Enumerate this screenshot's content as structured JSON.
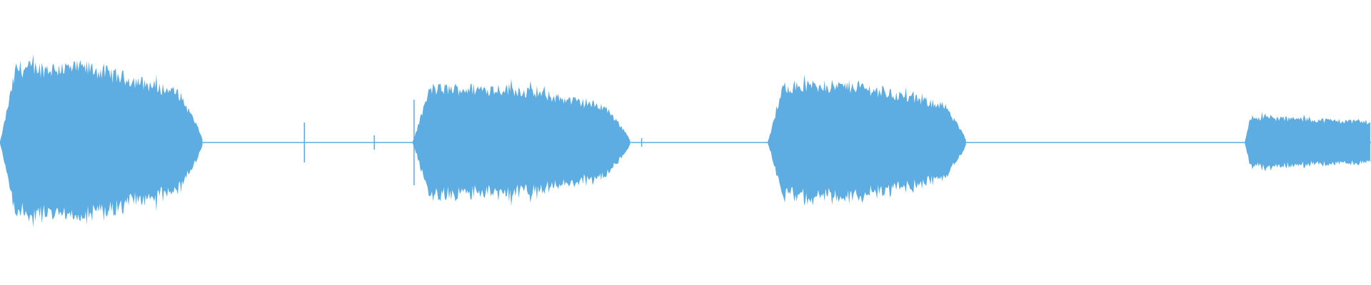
{
  "waveform": {
    "color": "#5dace2",
    "background": "#ffffff",
    "segments": [
      {
        "kind": "burst",
        "start": 0.0,
        "end": 0.148,
        "peak": 0.58
      },
      {
        "kind": "silence",
        "start": 0.148,
        "end": 0.301
      },
      {
        "kind": "burst",
        "start": 0.301,
        "end": 0.46,
        "peak": 0.42
      },
      {
        "kind": "silence",
        "start": 0.46,
        "end": 0.56
      },
      {
        "kind": "burst",
        "start": 0.56,
        "end": 0.705,
        "peak": 0.44
      },
      {
        "kind": "silence",
        "start": 0.705,
        "end": 0.908
      },
      {
        "kind": "burst",
        "start": 0.908,
        "end": 1.0,
        "peak": 0.2
      }
    ],
    "transients": [
      {
        "at": 0.222,
        "amp": 0.14
      },
      {
        "at": 0.273,
        "amp": 0.05
      },
      {
        "at": 0.302,
        "amp": 0.3
      },
      {
        "at": 0.468,
        "amp": 0.03
      }
    ]
  }
}
